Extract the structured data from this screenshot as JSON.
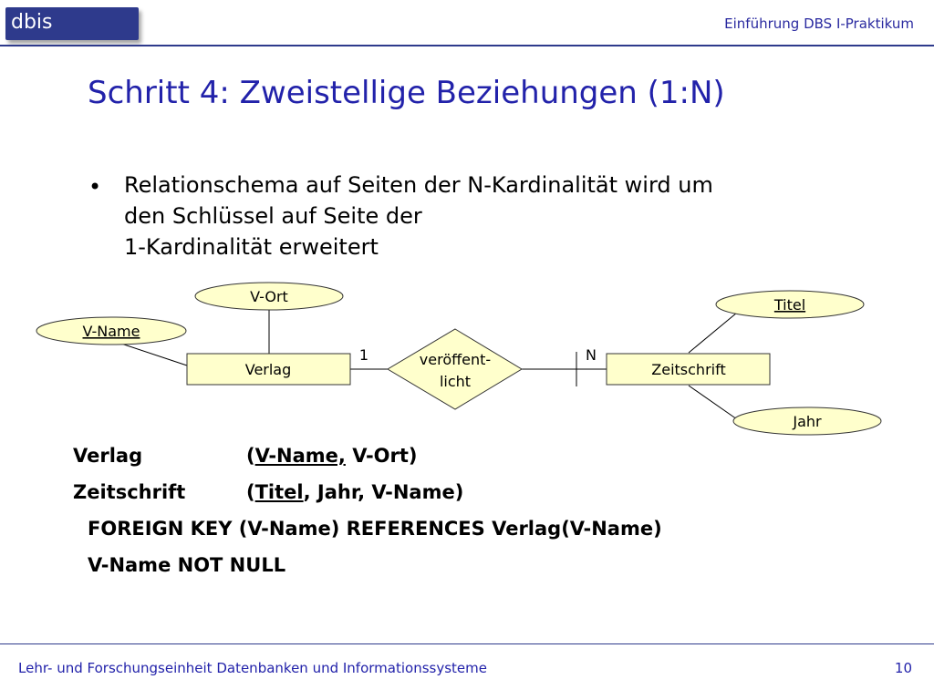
{
  "header": {
    "logo_text": "dbis",
    "course_title": "Einführung DBS I-Praktikum"
  },
  "slide": {
    "title": "Schritt 4: Zweistellige Beziehungen (1:N)",
    "bullet_symbol": "•",
    "bullet_lines": [
      "Relationschema auf Seiten der N-Kardinalität wird um",
      "den Schlüssel auf Seite der",
      "1-Kardinalität erweitert"
    ]
  },
  "diagram": {
    "entity_verlag": "Verlag",
    "entity_zeitschrift": "Zeitschrift",
    "relationship_line1": "veröffent-",
    "relationship_line2": "licht",
    "attr_v_ort": "V-Ort",
    "attr_v_name": "V-Name",
    "attr_titel": "Titel",
    "attr_jahr": "Jahr",
    "card_left": "1",
    "card_right": "N"
  },
  "schema": {
    "verlag_name": "Verlag",
    "verlag_open": "(",
    "verlag_key": "V-Name,",
    "verlag_rest": " V-Ort)",
    "zeitschrift_name": "Zeitschrift",
    "zeitschrift_open": "(",
    "zeitschrift_key": "Titel",
    "zeitschrift_rest": ", Jahr, V-Name)",
    "foreign_key": "FOREIGN KEY (V-Name) REFERENCES Verlag(V-Name)",
    "not_null": "V-Name NOT NULL"
  },
  "footer": {
    "institution": "Lehr- und Forschungseinheit Datenbanken und Informationssysteme",
    "page_number": "10"
  },
  "colors": {
    "accent": "#2222aa",
    "shape_fill": "#ffffcc",
    "logo_bg": "#2e3a8c"
  }
}
